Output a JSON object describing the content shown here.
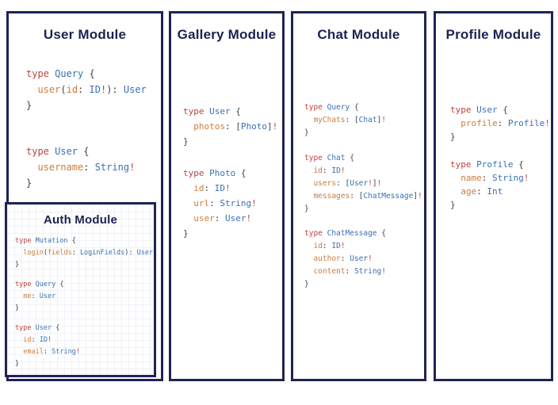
{
  "colors": {
    "border_navy": "#1f2356",
    "title_navy": "#1d2250",
    "keyword_red": "#bb4440",
    "type_blue": "#3a70b5",
    "field_orange": "#cc7d3d",
    "punct_dark": "#3f434a",
    "bang_red": "#bb4440"
  },
  "modules": [
    {
      "id": "user",
      "title": "User Module",
      "blocks": [
        [
          [
            [
              "kw",
              "type "
            ],
            [
              "type",
              "Query "
            ],
            [
              "punc",
              "{"
            ]
          ],
          [
            [
              "punc",
              "  "
            ],
            [
              "field",
              "user"
            ],
            [
              "punc",
              "("
            ],
            [
              "field",
              "id"
            ],
            [
              "punc",
              ": "
            ],
            [
              "type",
              "ID"
            ],
            [
              "bang",
              "!"
            ],
            [
              "punc",
              "): "
            ],
            [
              "type",
              "User"
            ]
          ],
          [
            [
              "punc",
              "}"
            ]
          ]
        ],
        [
          [
            [
              "kw",
              "type "
            ],
            [
              "type",
              "User "
            ],
            [
              "punc",
              "{"
            ]
          ],
          [
            [
              "punc",
              "  "
            ],
            [
              "field",
              "username"
            ],
            [
              "punc",
              ": "
            ],
            [
              "type",
              "String"
            ],
            [
              "bang",
              "!"
            ]
          ],
          [
            [
              "punc",
              "}"
            ]
          ]
        ]
      ]
    },
    {
      "id": "auth",
      "title": "Auth Module",
      "blocks": [
        [
          [
            [
              "kw",
              "type "
            ],
            [
              "type",
              "Mutation "
            ],
            [
              "punc",
              "{"
            ]
          ],
          [
            [
              "punc",
              "  "
            ],
            [
              "field",
              "login"
            ],
            [
              "punc",
              "("
            ],
            [
              "field",
              "fields"
            ],
            [
              "punc",
              ": "
            ],
            [
              "type",
              "LoginFields"
            ],
            [
              "punc",
              "): "
            ],
            [
              "type",
              "User"
            ]
          ],
          [
            [
              "punc",
              "}"
            ]
          ]
        ],
        [
          [
            [
              "kw",
              "type "
            ],
            [
              "type",
              "Query "
            ],
            [
              "punc",
              "{"
            ]
          ],
          [
            [
              "punc",
              "  "
            ],
            [
              "field",
              "me"
            ],
            [
              "punc",
              ": "
            ],
            [
              "type",
              "User"
            ]
          ],
          [
            [
              "punc",
              "}"
            ]
          ]
        ],
        [
          [
            [
              "kw",
              "type "
            ],
            [
              "type",
              "User "
            ],
            [
              "punc",
              "{"
            ]
          ],
          [
            [
              "punc",
              "  "
            ],
            [
              "field",
              "id"
            ],
            [
              "punc",
              ": "
            ],
            [
              "type",
              "ID"
            ],
            [
              "bang",
              "!"
            ]
          ],
          [
            [
              "punc",
              "  "
            ],
            [
              "field",
              "email"
            ],
            [
              "punc",
              ": "
            ],
            [
              "type",
              "String"
            ],
            [
              "bang",
              "!"
            ]
          ],
          [
            [
              "punc",
              "}"
            ]
          ]
        ]
      ]
    },
    {
      "id": "gallery",
      "title": "Gallery Module",
      "blocks": [
        [
          [
            [
              "kw",
              "type "
            ],
            [
              "type",
              "User "
            ],
            [
              "punc",
              "{"
            ]
          ],
          [
            [
              "punc",
              "  "
            ],
            [
              "field",
              "photos"
            ],
            [
              "punc",
              ": ["
            ],
            [
              "type",
              "Photo"
            ],
            [
              "punc",
              "]"
            ],
            [
              "bang",
              "!"
            ]
          ],
          [
            [
              "punc",
              "}"
            ]
          ]
        ],
        [
          [
            [
              "kw",
              "type "
            ],
            [
              "type",
              "Photo "
            ],
            [
              "punc",
              "{"
            ]
          ],
          [
            [
              "punc",
              "  "
            ],
            [
              "field",
              "id"
            ],
            [
              "punc",
              ": "
            ],
            [
              "type",
              "ID"
            ],
            [
              "bang",
              "!"
            ]
          ],
          [
            [
              "punc",
              "  "
            ],
            [
              "field",
              "url"
            ],
            [
              "punc",
              ": "
            ],
            [
              "type",
              "String"
            ],
            [
              "bang",
              "!"
            ]
          ],
          [
            [
              "punc",
              "  "
            ],
            [
              "field",
              "user"
            ],
            [
              "punc",
              ": "
            ],
            [
              "type",
              "User"
            ],
            [
              "bang",
              "!"
            ]
          ],
          [
            [
              "punc",
              "}"
            ]
          ]
        ]
      ]
    },
    {
      "id": "chat",
      "title": "Chat Module",
      "blocks": [
        [
          [
            [
              "kw",
              "type "
            ],
            [
              "type",
              "Query "
            ],
            [
              "punc",
              "{"
            ]
          ],
          [
            [
              "punc",
              "  "
            ],
            [
              "field",
              "myChats"
            ],
            [
              "punc",
              ": ["
            ],
            [
              "type",
              "Chat"
            ],
            [
              "punc",
              "]"
            ],
            [
              "bang",
              "!"
            ]
          ],
          [
            [
              "punc",
              "}"
            ]
          ]
        ],
        [
          [
            [
              "kw",
              "type "
            ],
            [
              "type",
              "Chat "
            ],
            [
              "punc",
              "{"
            ]
          ],
          [
            [
              "punc",
              "  "
            ],
            [
              "field",
              "id"
            ],
            [
              "punc",
              ": "
            ],
            [
              "type",
              "ID"
            ],
            [
              "bang",
              "!"
            ]
          ],
          [
            [
              "punc",
              "  "
            ],
            [
              "field",
              "users"
            ],
            [
              "punc",
              ": ["
            ],
            [
              "type",
              "User"
            ],
            [
              "bang",
              "!"
            ],
            [
              "punc",
              "]"
            ],
            [
              "bang",
              "!"
            ]
          ],
          [
            [
              "punc",
              "  "
            ],
            [
              "field",
              "messages"
            ],
            [
              "punc",
              ": ["
            ],
            [
              "type",
              "ChatMessage"
            ],
            [
              "punc",
              "]"
            ],
            [
              "bang",
              "!"
            ]
          ],
          [
            [
              "punc",
              "}"
            ]
          ]
        ],
        [
          [
            [
              "kw",
              "type "
            ],
            [
              "type",
              "ChatMessage "
            ],
            [
              "punc",
              "{"
            ]
          ],
          [
            [
              "punc",
              "  "
            ],
            [
              "field",
              "id"
            ],
            [
              "punc",
              ": "
            ],
            [
              "type",
              "ID"
            ],
            [
              "bang",
              "!"
            ]
          ],
          [
            [
              "punc",
              "  "
            ],
            [
              "field",
              "author"
            ],
            [
              "punc",
              ": "
            ],
            [
              "type",
              "User"
            ],
            [
              "bang",
              "!"
            ]
          ],
          [
            [
              "punc",
              "  "
            ],
            [
              "field",
              "content"
            ],
            [
              "punc",
              ": "
            ],
            [
              "type",
              "String"
            ],
            [
              "bang",
              "!"
            ]
          ],
          [
            [
              "punc",
              "}"
            ]
          ]
        ]
      ]
    },
    {
      "id": "profile",
      "title": "Profile Module",
      "blocks": [
        [
          [
            [
              "kw",
              "type "
            ],
            [
              "type",
              "User "
            ],
            [
              "punc",
              "{"
            ]
          ],
          [
            [
              "punc",
              "  "
            ],
            [
              "field",
              "profile"
            ],
            [
              "punc",
              ": "
            ],
            [
              "type",
              "Profile"
            ],
            [
              "bang",
              "!"
            ]
          ],
          [
            [
              "punc",
              "}"
            ]
          ]
        ],
        [
          [
            [
              "kw",
              "type "
            ],
            [
              "type",
              "Profile "
            ],
            [
              "punc",
              "{"
            ]
          ],
          [
            [
              "punc",
              "  "
            ],
            [
              "field",
              "name"
            ],
            [
              "punc",
              ": "
            ],
            [
              "type",
              "String"
            ],
            [
              "bang",
              "!"
            ]
          ],
          [
            [
              "punc",
              "  "
            ],
            [
              "field",
              "age"
            ],
            [
              "punc",
              ": "
            ],
            [
              "type",
              "Int"
            ]
          ],
          [
            [
              "punc",
              "}"
            ]
          ]
        ]
      ]
    }
  ]
}
